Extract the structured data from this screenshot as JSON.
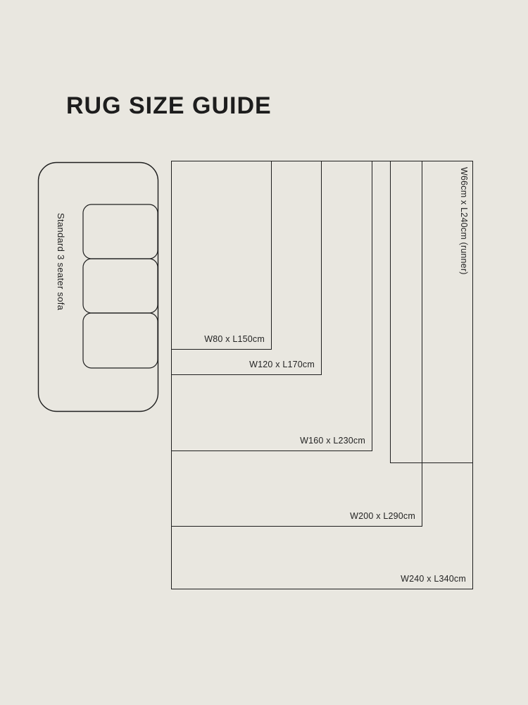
{
  "page": {
    "title": "RUG SIZE GUIDE"
  },
  "theme": {
    "background": "#e9e7e0",
    "line_color": "#1f1f1f",
    "text_color": "#1d1d1d"
  },
  "sofa": {
    "label": "Standard 3 seater sofa"
  },
  "rugs": [
    {
      "label": "W80 x L150cm",
      "width_cm": 80,
      "length_cm": 150
    },
    {
      "label": "W120 x L170cm",
      "width_cm": 120,
      "length_cm": 170
    },
    {
      "label": "W160 x L230cm",
      "width_cm": 160,
      "length_cm": 230
    },
    {
      "label": "W200 x L290cm",
      "width_cm": 200,
      "length_cm": 290
    },
    {
      "label": "W240 x L340cm",
      "width_cm": 240,
      "length_cm": 340
    }
  ],
  "runner": {
    "label": "W66cm x L240cm (runner)",
    "width_cm": 66,
    "length_cm": 240
  }
}
